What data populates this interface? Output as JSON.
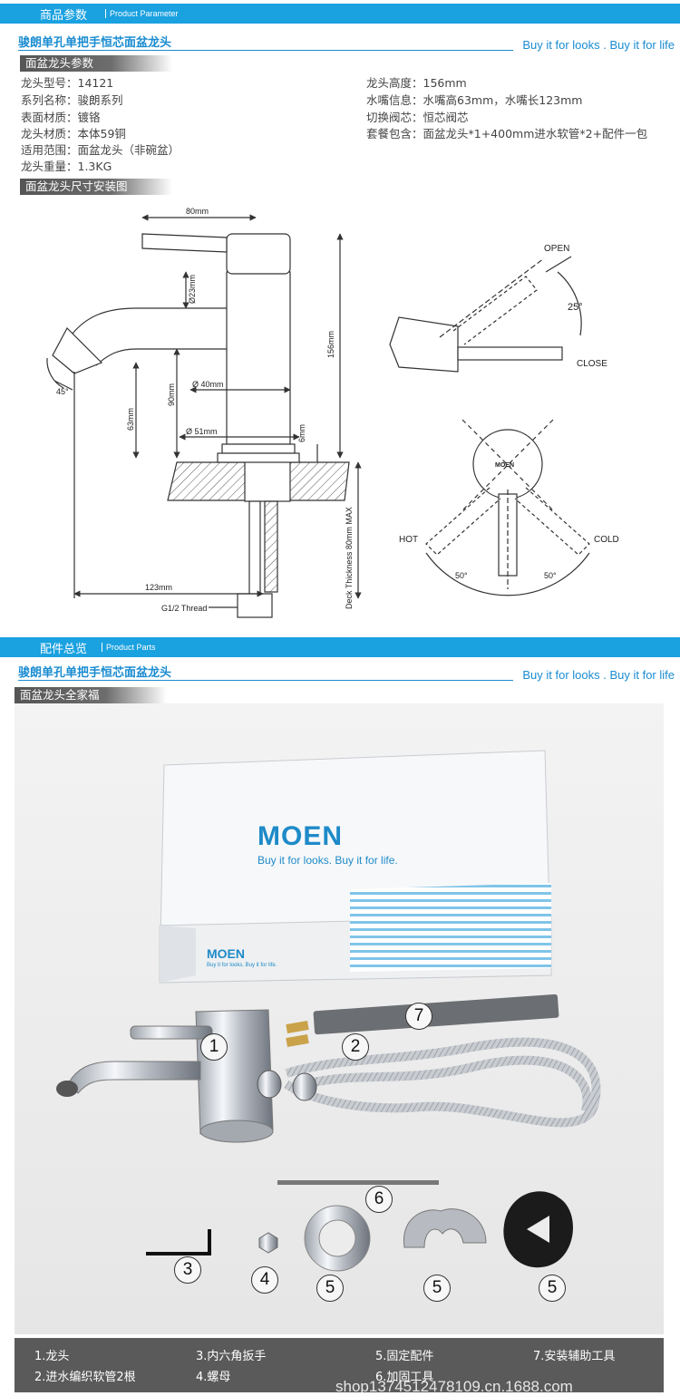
{
  "section1": {
    "cn": "商品参数",
    "en": "Product Parameter",
    "product_title": "骏朗单孔单把手恒芯面盆龙头",
    "slogan": "Buy it for looks . Buy it for life",
    "sub_label_specs": "面盆龙头参数",
    "specs_left": [
      "龙头型号：14121",
      "系列名称：骏朗系列",
      "表面材质：镀铬",
      "龙头材质：本体59铜",
      "适用范围：面盆龙头（非碗盆）",
      "龙头重量：1.3KG"
    ],
    "specs_right": [
      "龙头高度：156mm",
      "水嘴信息：水嘴高63mm，水嘴长123mm",
      "切换阀芯：恒芯阀芯",
      "套餐包含：面盆龙头*1+400mm进水软管*2+配件一包"
    ],
    "sub_label_diagram": "面盆龙头尺寸安装图"
  },
  "diagram": {
    "dim_80mm": "80mm",
    "dim_23mm": "Ø23mm",
    "dim_156mm": "156mm",
    "dim_40mm": "Ø 40mm",
    "dim_90mm": "90mm",
    "dim_63mm": "63mm",
    "dim_51mm": "Ø 51mm",
    "dim_6mm": "6mm",
    "angle_45": "45°",
    "dim_123mm": "123mm",
    "thread": "G1/2 Thread",
    "deck": "Deck Thickness 80mm MAX",
    "open": "OPEN",
    "close": "CLOSE",
    "angle_25": "25°",
    "hot": "HOT",
    "cold": "COLD",
    "angle_50_left": "50°",
    "angle_50_right": "50°",
    "handle_logo": "MOEN"
  },
  "section2": {
    "cn": "配件总览",
    "en": "Product Parts",
    "product_title": "骏朗单孔单把手恒芯面盆龙头",
    "slogan": "Buy it for looks . Buy it for life",
    "sub_label": "面盆龙头全家福"
  },
  "photo": {
    "box_brand": "MOEN",
    "box_slogan": "Buy it for looks. Buy it for life.",
    "box_brand_small": "MOEN",
    "box_slogan_small": "Buy it for looks. Buy it for life.",
    "numbers": [
      "1",
      "2",
      "3",
      "4",
      "5",
      "5",
      "5",
      "6",
      "7"
    ]
  },
  "legend": {
    "items": [
      "1.龙头",
      "2.进水编织软管2根",
      "3.内六角扳手",
      "4.螺母",
      "5.固定配件",
      "6.加固工具",
      "7.安装辅助工具"
    ]
  },
  "watermark": "shop1374512478109.cn.1688.com",
  "colors": {
    "accent": "#1aa1e0",
    "title_blue": "#1a8cd1",
    "legend_bg": "#5a5a5a"
  }
}
